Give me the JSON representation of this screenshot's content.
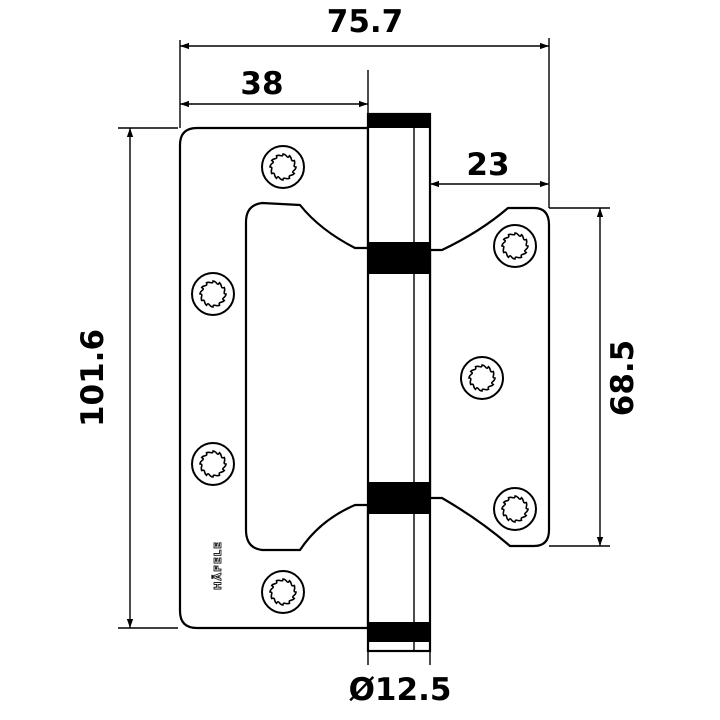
{
  "diagram": {
    "dimensions": {
      "overall_width": "75.7",
      "left_leaf_width": "38",
      "right_leaf_width": "23",
      "height": "101.6",
      "right_leaf_height": "68.5",
      "pin_diameter": "Ø12.5"
    },
    "brand_mark": "HÄFELE",
    "colors": {
      "line": "#000000",
      "background": "#ffffff"
    },
    "screw_icon": "torx-screw-icon"
  }
}
